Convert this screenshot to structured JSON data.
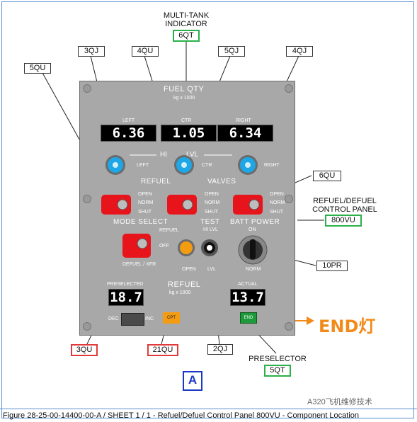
{
  "top_title": [
    "MULTI-TANK",
    "INDICATOR"
  ],
  "callouts": {
    "c_6qt": "6QT",
    "c_3qj": "3QJ",
    "c_4qu": "4QU",
    "c_5qj": "5QJ",
    "c_4qj": "4QJ",
    "c_5qu": "5QU",
    "c_6qu": "6QU",
    "c_800vu": "800VU",
    "c_10pr": "10PR",
    "c_3qu": "3QU",
    "c_21qu": "21QU",
    "c_2qj": "2QJ",
    "c_5qt": "5QT"
  },
  "panel_label": [
    "REFUEL/DEFUEL",
    "CONTROL PANEL"
  ],
  "preselector_label": "PRESELECTOR",
  "fuel_qty": {
    "title": "FUEL QTY",
    "unit": "kg x 1000",
    "left_label": "LEFT",
    "ctr_label": "CTR",
    "right_label": "RIGHT",
    "left_value": "6.36",
    "ctr_value": "1.05",
    "right_value": "6.34"
  },
  "hi_lvl": {
    "hi": "HI",
    "lvl": "LVL",
    "left": "LEFT",
    "ctr": "CTR",
    "right": "RIGHT"
  },
  "refuel_valves": {
    "refuel": "REFUEL",
    "valves": "VALVES",
    "open": "OPEN",
    "norm": "NORM",
    "shut": "SHUT"
  },
  "mode_select": {
    "title": "MODE SELECT",
    "refuel": "REFUEL",
    "off": "OFF",
    "defuel": "DEFUEL / XFR"
  },
  "test": {
    "title": "TEST",
    "sub": "HI LVL",
    "open": "OPEN",
    "lvl": "LVL"
  },
  "batt_power": {
    "title": "BATT POWER",
    "on": "ON",
    "norm": "NORM"
  },
  "preselect": {
    "label": "PRESELECTED",
    "value": "18.7",
    "refuel": "REFUEL",
    "unit": "kg x 1000",
    "actual": "ACTUAL",
    "actual_value": "13.7",
    "dec": "DEC",
    "inc": "INC",
    "cpt": "CPT",
    "end": "END"
  },
  "end_annotation": "END灯",
  "view_letter": "A",
  "watermark": "A320飞机维修技术",
  "caption": "Figure 28-25-00-14400-00-A / SHEET 1 / 1 - Refuel/Defuel Control Panel 800VU - Component Location",
  "colors": {
    "red_switch": "#e8141c",
    "blue_light": "#1ea7e6",
    "orange_light": "#f39c12",
    "green_button": "#1f9a3a",
    "accent_orange": "#f28a1a"
  }
}
